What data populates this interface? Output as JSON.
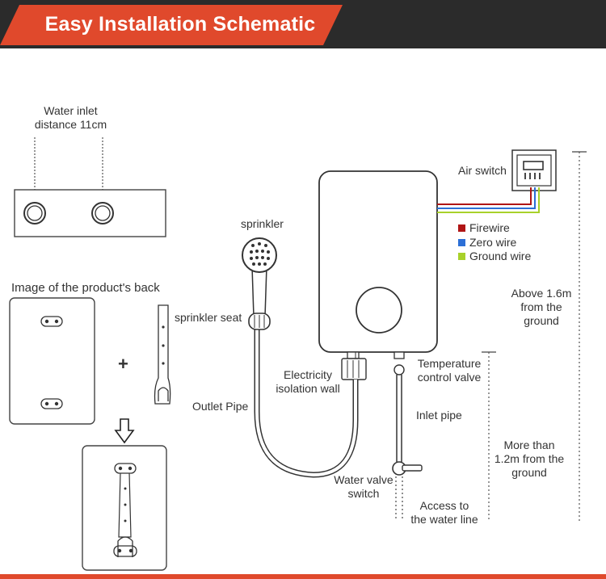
{
  "header": {
    "title": "Easy Installation Schematic",
    "accent": "#e0492c",
    "bar_color": "#2b2b2b"
  },
  "labels": {
    "water_inlet_line1": "Water inlet",
    "water_inlet_line2": "distance 11cm",
    "product_back": "Image of the product's back",
    "plus": "+",
    "sprinkler": "sprinkler",
    "sprinkler_seat": "sprinkler seat",
    "outlet_pipe": "Outlet Pipe",
    "electricity_line1": "Electricity",
    "electricity_line2": "isolation wall",
    "temp_line1": "Temperature",
    "temp_line2": "control valve",
    "inlet_pipe": "Inlet pipe",
    "valve_line1": "Water valve",
    "valve_line2": "switch",
    "access_line1": "Access to",
    "access_line2": "the water line",
    "air_switch": "Air switch",
    "above_line1": "Above 1.6m",
    "above_line2": "from the",
    "above_line3": "ground",
    "more_line1": "More than",
    "more_line2": "1.2m from the",
    "more_line3": "ground"
  },
  "legend": [
    {
      "label": "Firewire",
      "color": "#b01515"
    },
    {
      "label": "Zero wire",
      "color": "#2c6fd6"
    },
    {
      "label": "Ground wire",
      "color": "#a8d12a"
    }
  ]
}
